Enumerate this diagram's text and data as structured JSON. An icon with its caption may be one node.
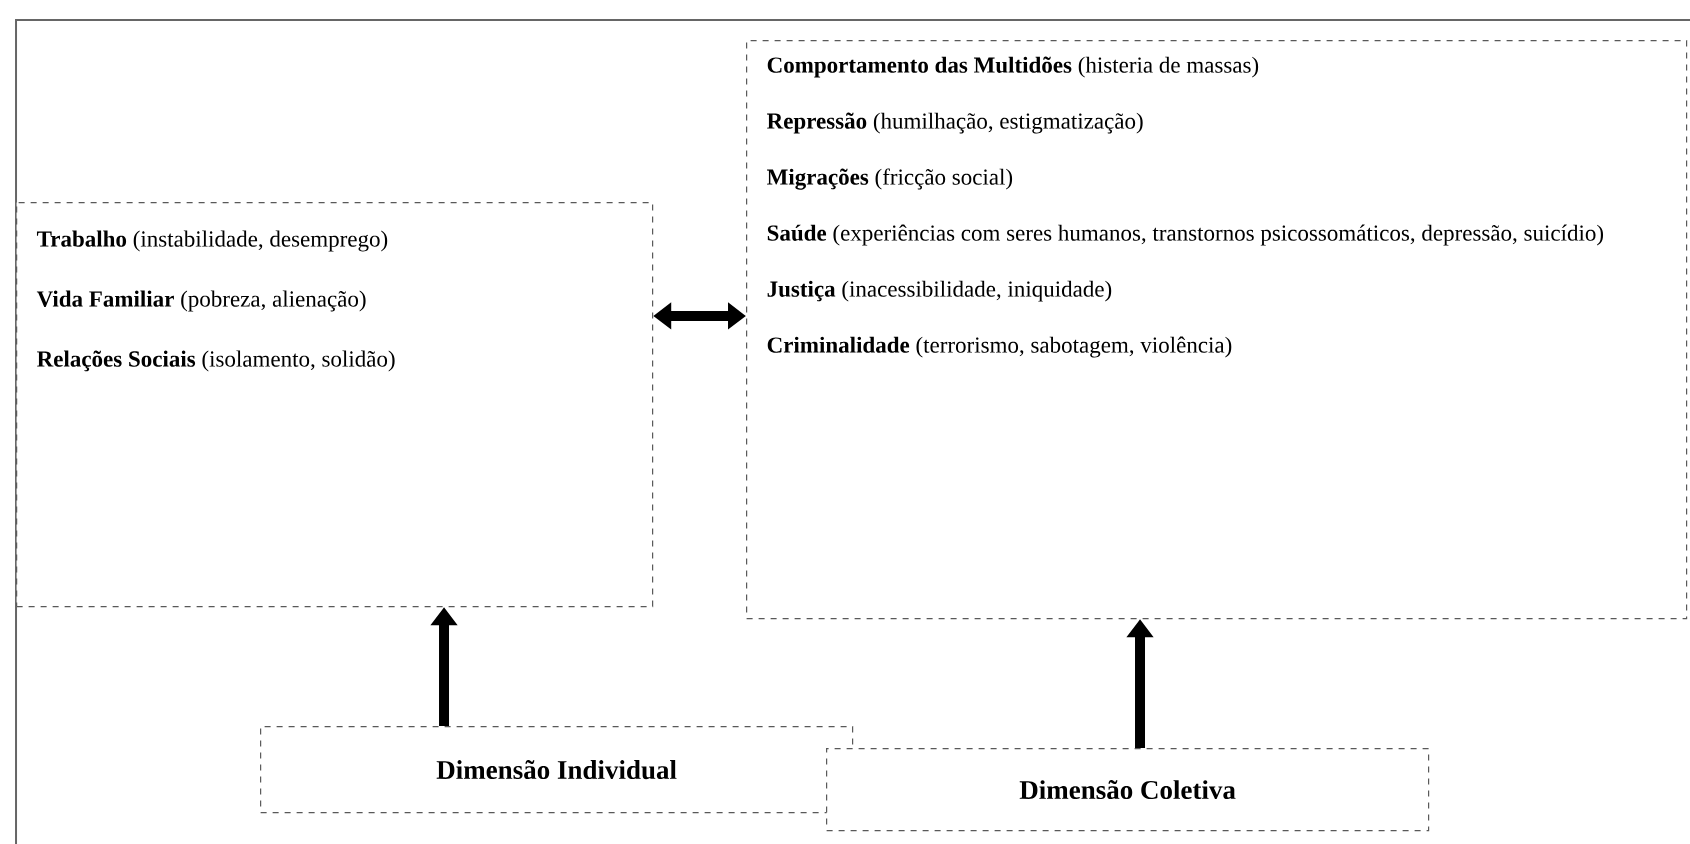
{
  "diagram": {
    "nodes": [
      {
        "text": [
          "**Trabalho** (instabilidade, desemprego)",
          "**Vida Familiar** (pobreza,  alienação)",
          "**Relações Sociais** (isolamento, solidão)"
        ]
      },
      {
        "text": [
          "**Comportamento das Multidões** (histeria de massas)",
          "**Repressão** (humilhação, estigmatização)",
          "**Migrações** (fricção social)",
          "**Saúde** (experiências com seres humanos, transtornos psicossomáticos, depressão, suicídio)",
          "**Justiça** (inacessibilidade, iniquidade)",
          "**Criminalidade** (terrorismo, sabotagem, violência)"
        ]
      },
      {
        "text": [
          "Dimensão Individual"
        ]
      },
      {
        "text": [
          "Dimensão Coletiva"
        ]
      }
    ],
    "edges": [
      {
        "from": 0,
        "to": 1,
        "arrow": "both"
      },
      {
        "from": 2,
        "to": 0,
        "arrow": "to"
      },
      {
        "from": 3,
        "to": 1,
        "arrow": "to"
      }
    ]
  }
}
